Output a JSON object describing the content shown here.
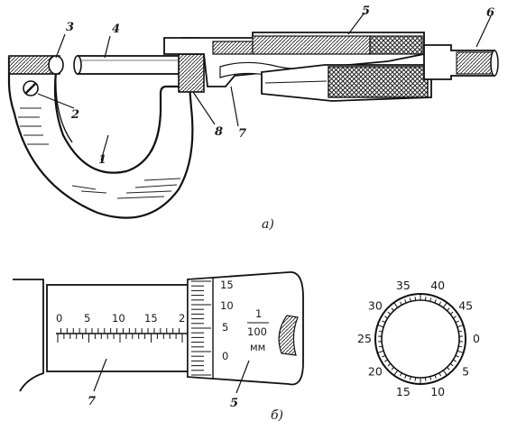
{
  "figure_a": {
    "caption": "а)",
    "callouts": [
      "1",
      "2",
      "3",
      "4",
      "5",
      "6",
      "7",
      "8"
    ]
  },
  "figure_b": {
    "caption": "б)",
    "sleeve_scale_labels": [
      "0",
      "5",
      "10",
      "15",
      "2"
    ],
    "thimble_scale_labels": [
      "15",
      "10",
      "5",
      "0"
    ],
    "fraction_numerator": "1",
    "fraction_denominator": "100",
    "unit": "мм",
    "callout_sleeve": "7",
    "callout_thimble": "5"
  },
  "dial": {
    "labels": [
      "0",
      "5",
      "10",
      "15",
      "20",
      "25",
      "30",
      "35",
      "40",
      "45"
    ]
  }
}
